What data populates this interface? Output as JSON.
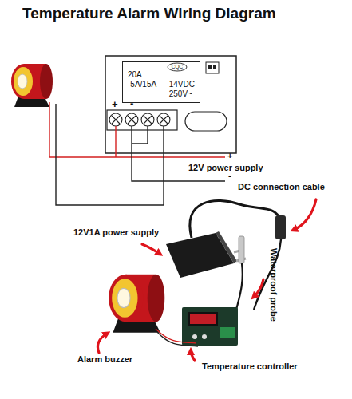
{
  "diagram": {
    "title": "Temperature Alarm Wiring Diagram",
    "nodes": [
      {
        "text": [
          "20A -5A/15A",
          "14VDC 250V~"
        ]
      }
    ],
    "labels": [
      "CQC",
      "+",
      "-",
      "12V power supply",
      "+",
      "-",
      "DC connection cable",
      "12V1A power supply",
      "Waterproof probe",
      "Alarm buzzer",
      "Temperature controller"
    ]
  }
}
